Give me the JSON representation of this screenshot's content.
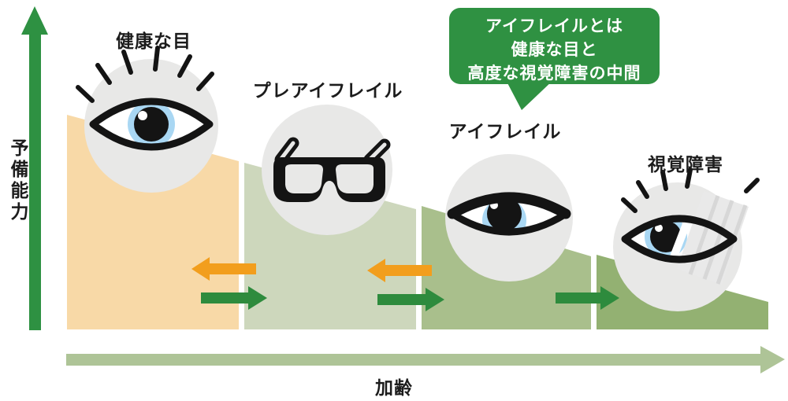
{
  "colors": {
    "accent_green": "#2e9142",
    "arrow_green": "#2e8b3d",
    "arrow_orange": "#f29e1d",
    "axis_green": "#aec497",
    "circle_gray": "#e8e8e7",
    "iris_blue": "#a9d7f3",
    "ink": "#141414"
  },
  "axes": {
    "y_label": "予備能力",
    "x_label": "加齢"
  },
  "stages": [
    {
      "label": "健康な目",
      "icon": "healthy-eye-icon",
      "fill": "#f8d9a7"
    },
    {
      "label": "プレアイフレイル",
      "icon": "glasses-icon",
      "fill": "#cdd7bc"
    },
    {
      "label": "アイフレイル",
      "icon": "droopy-eye-icon",
      "fill": "#a9bf8c"
    },
    {
      "label": "視覚障害",
      "icon": "impaired-eye-icon",
      "fill": "#93b172"
    }
  ],
  "callout": {
    "line1": "アイフレイルとは",
    "line2": "健康な目と",
    "line3": "高度な視覚障害の中間",
    "fill": "#2f9142"
  }
}
